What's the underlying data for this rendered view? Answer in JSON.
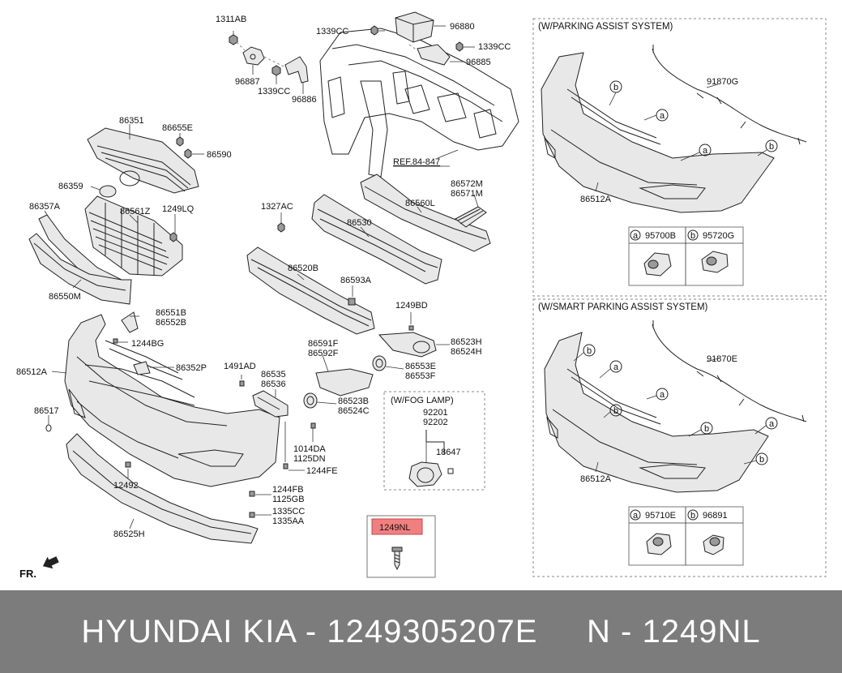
{
  "labels": {
    "p1311AB": "1311AB",
    "p96887": "96887",
    "p1339CC_a": "1339CC",
    "p1339CC_b": "1339CC",
    "p1339CC_c": "1339CC",
    "p96886": "96886",
    "p96880": "96880",
    "p96885": "96885",
    "ref": "REF.84-847",
    "p86351": "86351",
    "p86655E": "86655E",
    "p86590": "86590",
    "p86359": "86359",
    "p86357A": "86357A",
    "p86561Z": "86561Z",
    "p1249LQ": "1249LQ",
    "p86550M": "86550M",
    "p1327AC": "1327AC",
    "p86530": "86530",
    "p86560L": "86560L",
    "p86572M": "86572M",
    "p86571M": "86571M",
    "p86520B": "86520B",
    "p86593A": "86593A",
    "p1249BD": "1249BD",
    "p86551B": "86551B",
    "p86552B": "86552B",
    "p1244BG": "1244BG",
    "p86352P": "86352P",
    "p86512A": "86512A",
    "p86517": "86517",
    "p1491AD": "1491AD",
    "p86535": "86535",
    "p86536": "86536",
    "p86591F": "86591F",
    "p86592F": "86592F",
    "p86523H": "86523H",
    "p86524H": "86524H",
    "p86553E": "86553E",
    "p86553F": "86553F",
    "p86523B": "86523B",
    "p86524C": "86524C",
    "p1014DA": "1014DA",
    "p1125DN": "1125DN",
    "p1244FE": "1244FE",
    "p12492": "12492",
    "p1244FB": "1244FB",
    "p1125GB": "1125GB",
    "p1335CC": "1335CC",
    "p1335AA": "1335AA",
    "p86525H": "86525H",
    "fog_title": "(W/FOG LAMP)",
    "p92201": "92201",
    "p92202": "92202",
    "p18647": "18647",
    "highlight": "1249NL",
    "fr": "FR.",
    "pa_title": "(W/PARKING ASSIST SYSTEM)",
    "pa_91870G": "91870G",
    "pa_86512A": "86512A",
    "pa_95700B": "95700B",
    "pa_95720G": "95720G",
    "spa_title": "(W/SMART PARKING ASSIST SYSTEM)",
    "spa_91870E": "91870E",
    "spa_86512A": "86512A",
    "spa_95710E": "95710E",
    "spa_96891": "96891",
    "letter_a": "a",
    "letter_b": "b"
  },
  "colors": {
    "highlight_fill": "#f08080",
    "footer_bg": "#7c7c7c",
    "footer_text": "#ffffff"
  },
  "footer": {
    "text": "HYUNDAI KIA - 1249305207E     N - 1249NL"
  }
}
